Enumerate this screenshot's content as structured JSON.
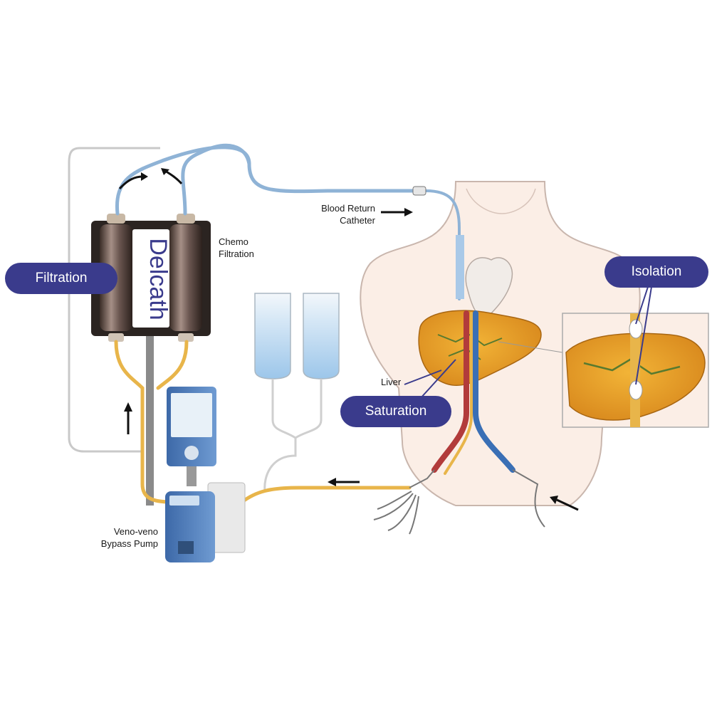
{
  "labels": {
    "filtration": "Filtration",
    "saturation": "Saturation",
    "isolation": "Isolation",
    "chemo_filtration_line1": "Chemo",
    "chemo_filtration_line2": "Filtration",
    "blood_return_line1": "Blood Return",
    "blood_return_line2": "Catheter",
    "liver": "Liver",
    "pump_line1": "Veno-veno",
    "pump_line2": "Bypass Pump"
  },
  "logo_text": "Delcath",
  "colors": {
    "pill": "#3a3b8c",
    "tube_blue": "#8fb3d6",
    "tube_yellow": "#e8b54a",
    "liver": "#e8a12a",
    "pump_blue": "#4a76b5"
  }
}
